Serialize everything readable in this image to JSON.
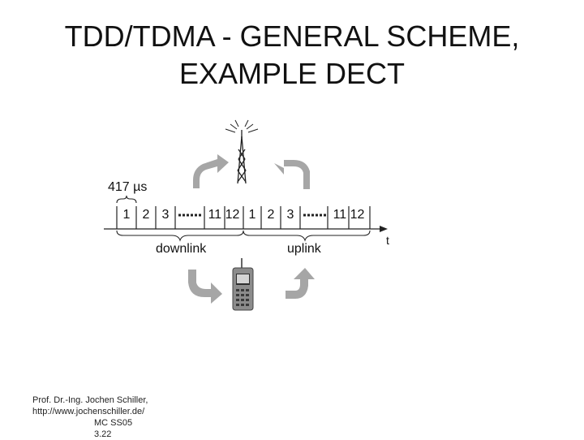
{
  "title": {
    "line1": "TDD/TDMA - GENERAL SCHEME,",
    "line2": "EXAMPLE DECT"
  },
  "diagram": {
    "duration_label": "417 µs",
    "slots_first": [
      "1",
      "2",
      "3"
    ],
    "slots_first_end": "11 12",
    "slots_second": [
      "1",
      "2",
      "3"
    ],
    "slots_second_end": "11 12",
    "downlink_label": "downlink",
    "uplink_label": "uplink",
    "time_label": "t"
  },
  "footer": {
    "author": "Prof. Dr.-Ing. Jochen Schiller,",
    "url": "http://www.jochenschiller.de/",
    "course": "MC SS05",
    "page": "3.22"
  },
  "colors": {
    "arrow": "#a6a6a6",
    "line": "#222222"
  },
  "icons": [
    "antenna-tower-icon",
    "mobile-phone-icon"
  ]
}
